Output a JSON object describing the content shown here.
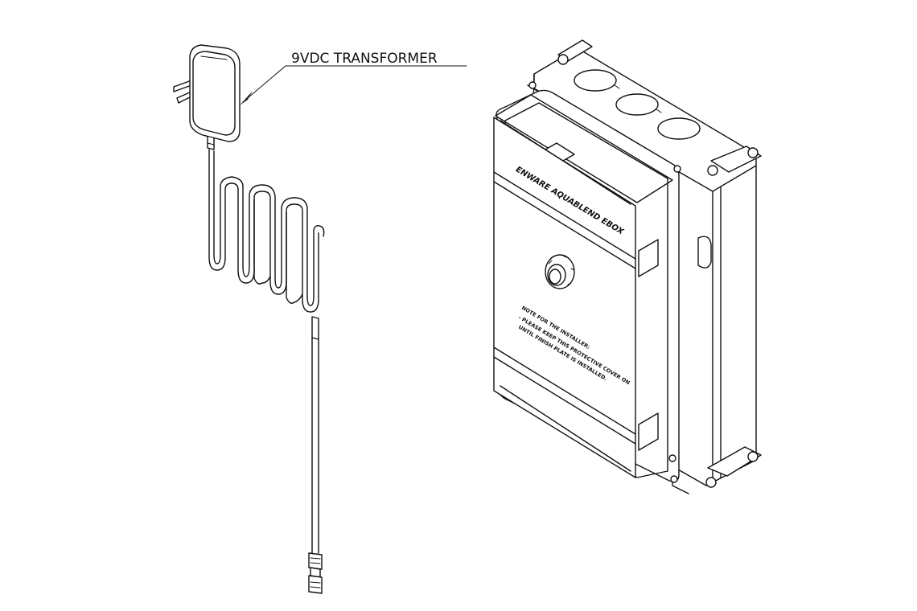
{
  "callout": {
    "transformer_label": "9VDC TRANSFORMER"
  },
  "box": {
    "brand_label": "ENWARE AQUABLEND EBOX",
    "notice_lines": [
      "NOTE FOR THE INSTALLER:",
      "- PLEASE KEEP THIS PROTECTIVE COVER ON",
      "UNTIL FINISH PLATE IS INSTALLED."
    ]
  }
}
